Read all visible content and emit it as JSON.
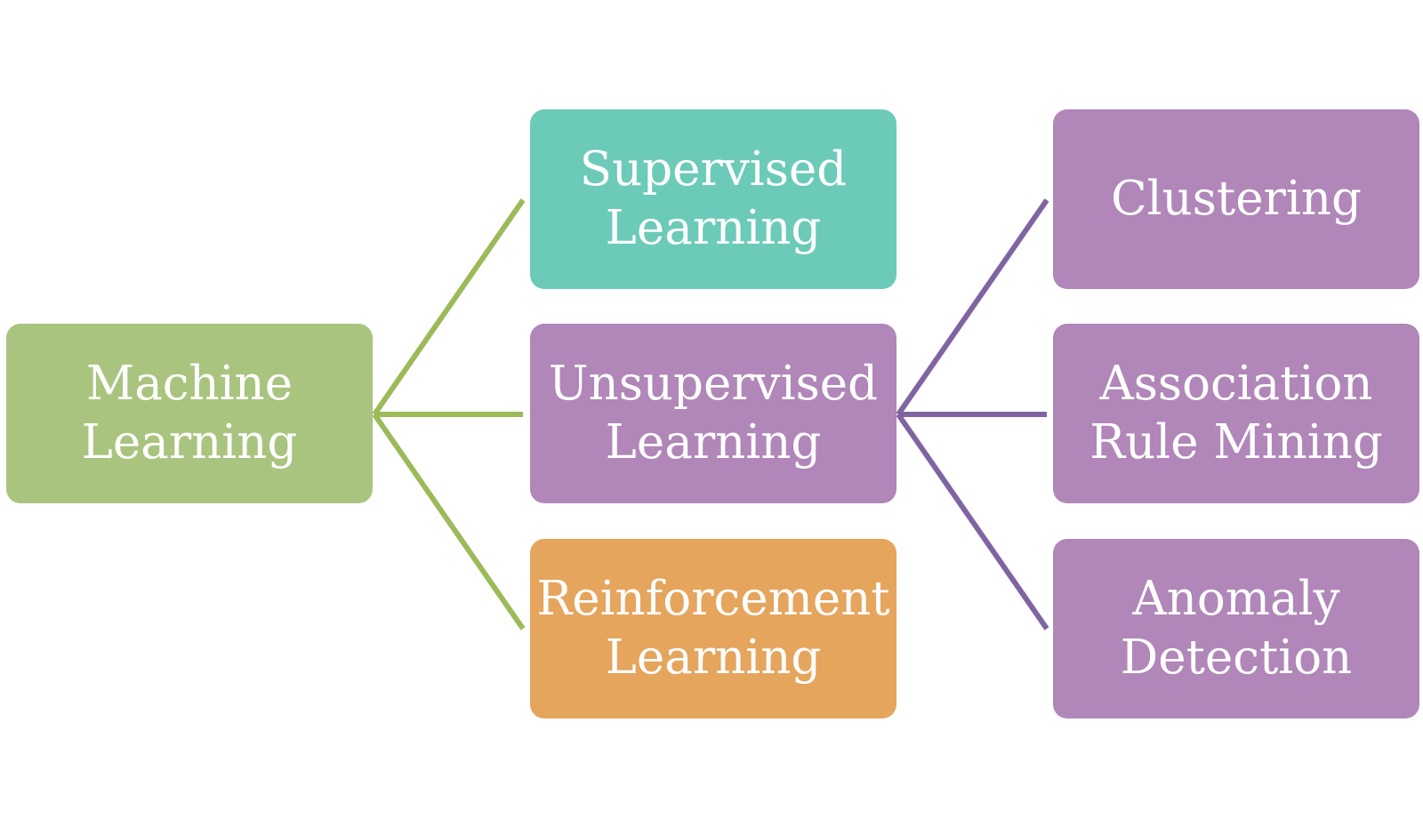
{
  "diagram": {
    "type": "horizontal-hierarchy",
    "root": {
      "id": "root",
      "label": "Machine\nLearning",
      "color": "#a9c47f"
    },
    "level1": [
      {
        "id": "sup",
        "label": "Supervised\nLearning",
        "color": "#6ccab9"
      },
      {
        "id": "unsup",
        "label": "Unsupervised\nLearning",
        "color": "#b087b8"
      },
      {
        "id": "rein",
        "label": "Reinforcement\nLearning",
        "color": "#e5a55d"
      }
    ],
    "level2": [
      {
        "id": "clus",
        "parent": "unsup",
        "label": "Clustering",
        "color": "#b087b8"
      },
      {
        "id": "assoc",
        "parent": "unsup",
        "label": "Association\nRule Mining",
        "color": "#b087b8"
      },
      {
        "id": "anom",
        "parent": "unsup",
        "label": "Anomaly\nDetection",
        "color": "#b087b8"
      }
    ],
    "edges": [
      {
        "from": "root",
        "to": "sup",
        "color": "#9bbb59"
      },
      {
        "from": "root",
        "to": "unsup",
        "color": "#9bbb59"
      },
      {
        "from": "root",
        "to": "rein",
        "color": "#9bbb59"
      },
      {
        "from": "unsup",
        "to": "clus",
        "color": "#8064a2"
      },
      {
        "from": "unsup",
        "to": "assoc",
        "color": "#8064a2"
      },
      {
        "from": "unsup",
        "to": "anom",
        "color": "#8064a2"
      }
    ]
  }
}
